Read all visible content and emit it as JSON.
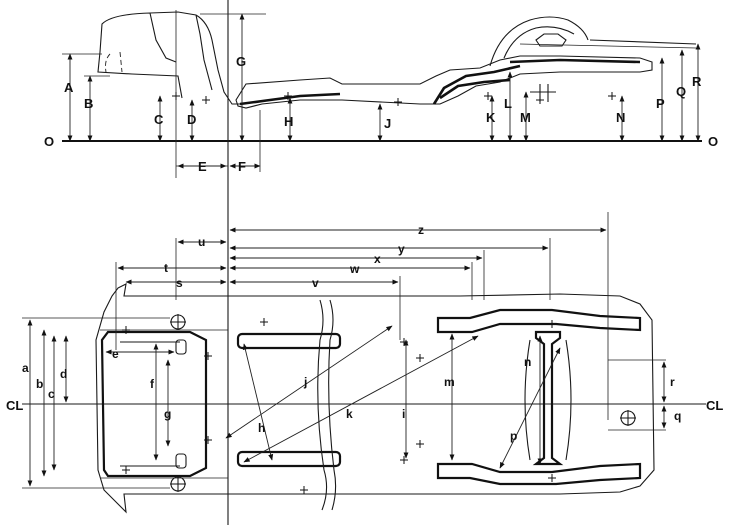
{
  "side_view": {
    "baseline_labels": {
      "left": "O",
      "right": "O"
    },
    "height_labels": [
      "A",
      "B",
      "C",
      "D",
      "E",
      "F",
      "G",
      "H",
      "J",
      "K",
      "L",
      "M",
      "N",
      "P",
      "Q",
      "R"
    ]
  },
  "plan_view": {
    "length_labels": [
      "t",
      "s",
      "u",
      "v",
      "w",
      "x",
      "y",
      "z"
    ],
    "width_labels": [
      "a",
      "b",
      "c",
      "d",
      "e",
      "f",
      "g",
      "h",
      "i",
      "j",
      "k",
      "m",
      "n",
      "p",
      "r",
      "q"
    ],
    "centerline": {
      "left": "CL",
      "right": "CL"
    }
  }
}
